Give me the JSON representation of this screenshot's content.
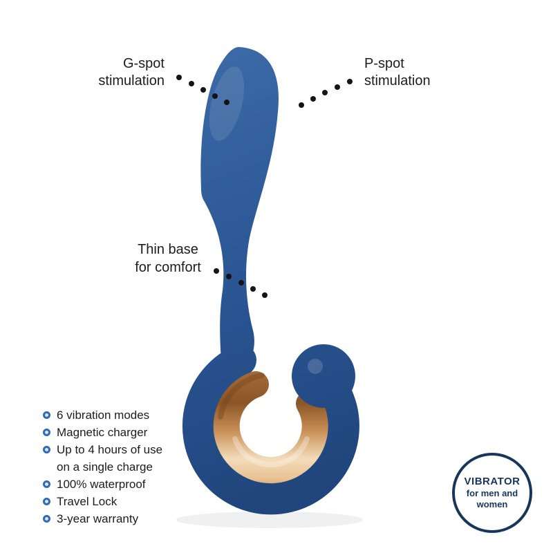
{
  "callouts": {
    "gspot": {
      "line1": "G-spot",
      "line2": "stimulation"
    },
    "pspot": {
      "line1": "P-spot",
      "line2": "stimulation"
    },
    "thin_base": {
      "line1": "Thin base",
      "line2": "for comfort"
    }
  },
  "features": {
    "items": [
      "6 vibration modes",
      "Magnetic charger",
      "Up to 4 hours of use",
      "on a single charge",
      "100% waterproof",
      "Travel Lock",
      "3-year warranty"
    ]
  },
  "badge": {
    "line1": "VIBRATOR",
    "line2": "for men and",
    "line3": "women"
  },
  "colors": {
    "device_blue": "#2b5795",
    "accent_gold": "#d89a63",
    "badge_navy": "#17365c",
    "bullet_blue": "#2f6cb3",
    "text_dark": "#1c1c1c",
    "leader_dot": "#141414"
  }
}
